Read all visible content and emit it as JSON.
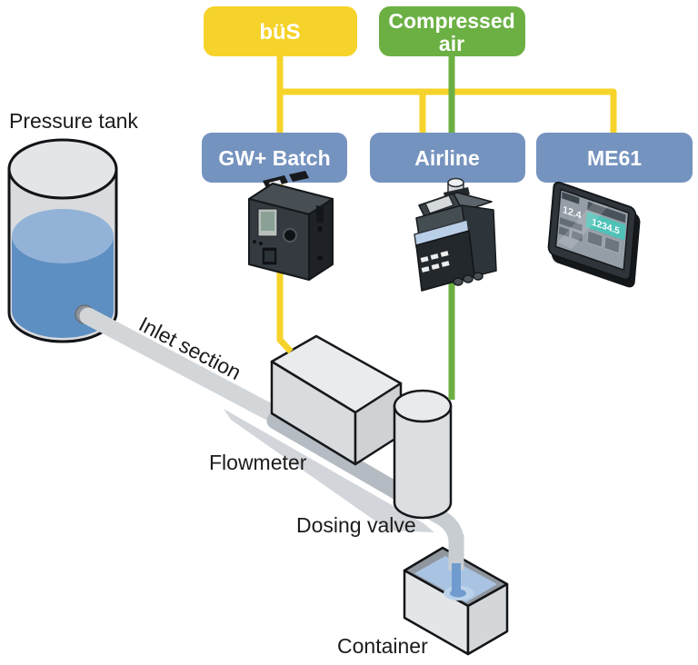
{
  "sources": {
    "bus": {
      "label": "büS",
      "color": "#f6d32a"
    },
    "compressed_air": {
      "label": "Compressed air",
      "label_lines": [
        "Compressed",
        "air"
      ],
      "color": "#6cb044"
    }
  },
  "nodes": {
    "box_color": "#7593bf",
    "label_color": "#ffffff",
    "gw_batch": {
      "label": "GW+ Batch"
    },
    "airline": {
      "label": "Airline"
    },
    "me61": {
      "label": "ME61",
      "screen": {
        "small_value": "12.4",
        "large_value": "1234.5",
        "accent_color": "#4fc2b7"
      }
    }
  },
  "components": {
    "pressure_tank": {
      "label": "Pressure tank"
    },
    "inlet_section": {
      "label": "Inlet section"
    },
    "flowmeter": {
      "label": "Flowmeter"
    },
    "dosing_valve": {
      "label": "Dosing valve"
    },
    "container": {
      "label": "Container"
    }
  },
  "wires": {
    "bus_color": "#f6d32a",
    "air_color": "#6cb044"
  },
  "liquid": {
    "main_color": "#5e8fc2",
    "surface_color": "#93b2d7",
    "container_surface_color": "#a9c4e2",
    "stream_color": "#6f9bce"
  }
}
